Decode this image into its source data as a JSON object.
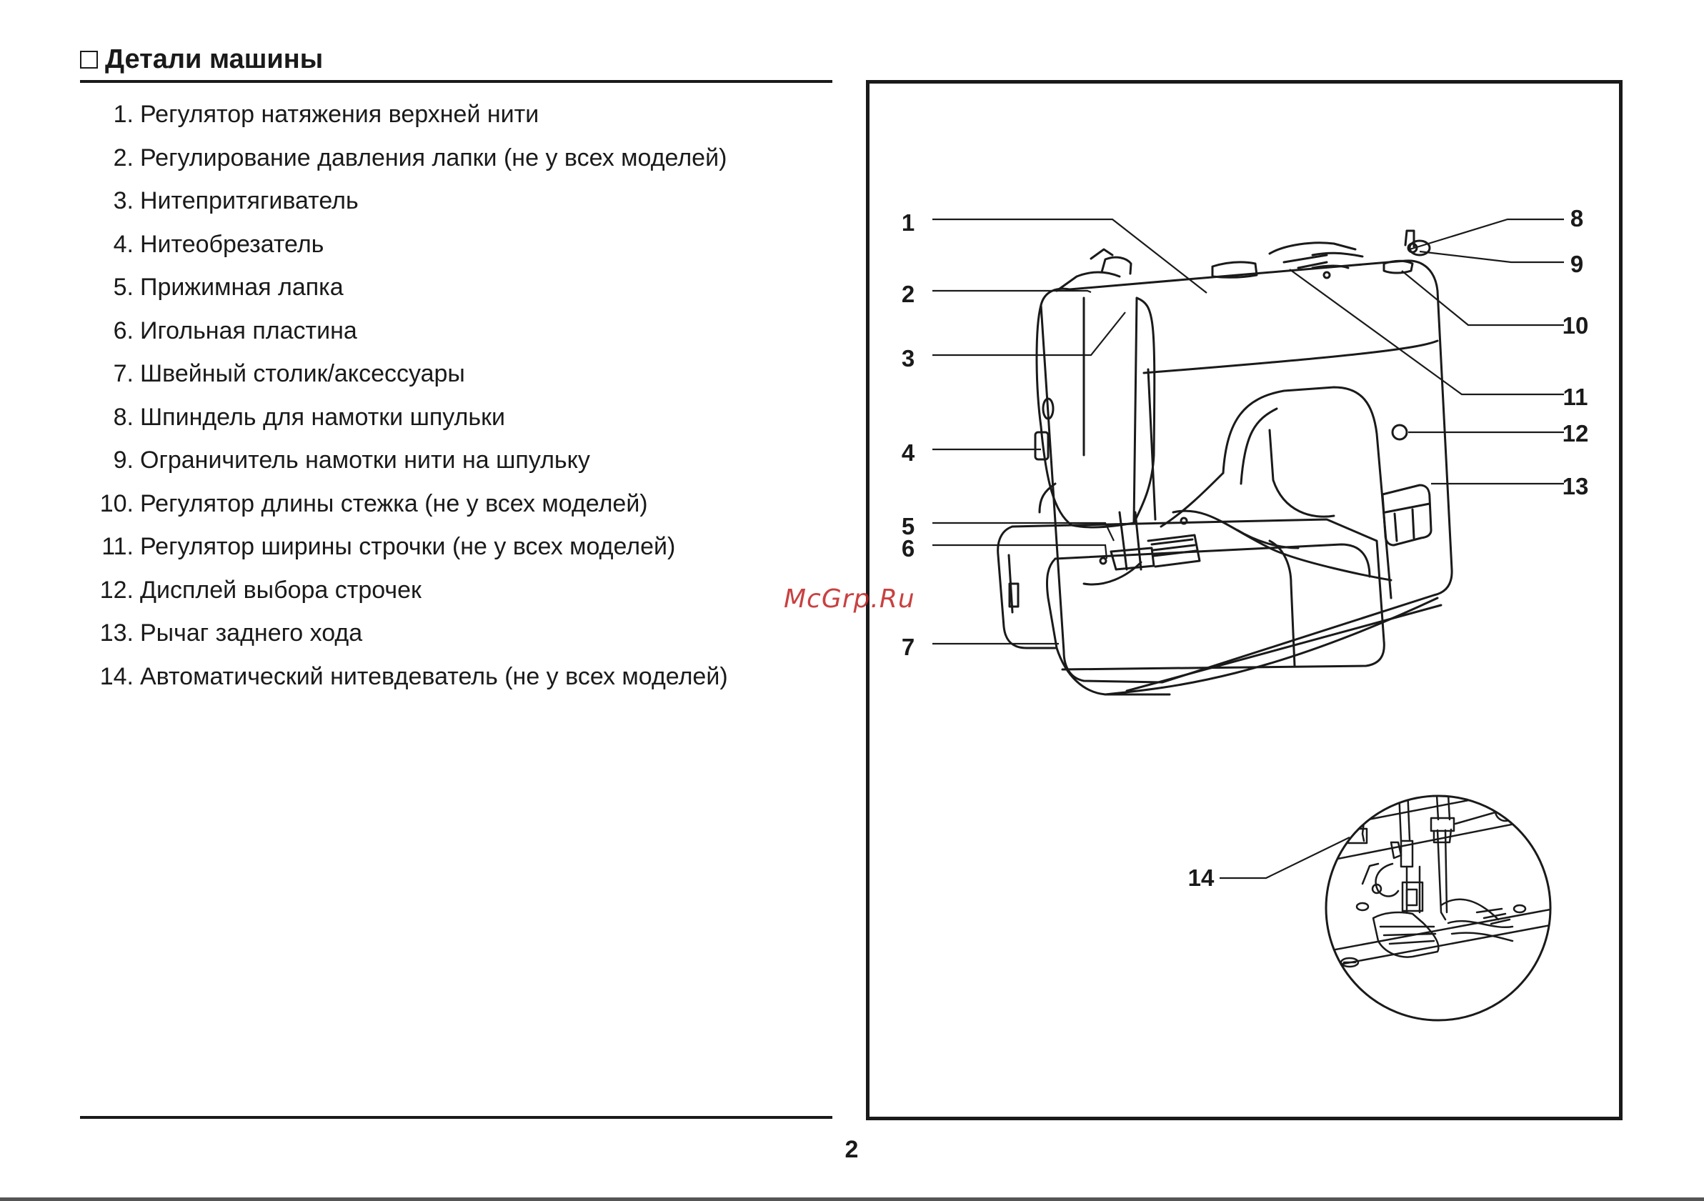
{
  "section": {
    "title": "Детали машины"
  },
  "parts": [
    {
      "num": "1.",
      "label": "Регулятор натяжения верхней нити"
    },
    {
      "num": "2.",
      "label": "Регулирование давления лапки (не у всех моделей)"
    },
    {
      "num": "3.",
      "label": "Нитепритягиватель"
    },
    {
      "num": "4.",
      "label": "Нитеобрезатель"
    },
    {
      "num": "5.",
      "label": "Прижимная лапка"
    },
    {
      "num": "6.",
      "label": "Игольная пластина"
    },
    {
      "num": "7.",
      "label": "Швейный столик/аксессуары"
    },
    {
      "num": "8.",
      "label": "Шпиндель для намотки шпульки"
    },
    {
      "num": "9.",
      "label": "Ограничитель намотки нити на шпульку"
    },
    {
      "num": "10.",
      "label": "Регулятор длины стежка (не у всех моделей)"
    },
    {
      "num": "11.",
      "label": "Регулятор ширины строчки (не у всех моделей)"
    },
    {
      "num": "12.",
      "label": "Дисплей выбора строчек"
    },
    {
      "num": "13.",
      "label": "Рычаг заднего хода"
    },
    {
      "num": "14.",
      "label": "Автоматический нитевдеватель (не у всех моделей)"
    }
  ],
  "figure": {
    "callouts": [
      "1",
      "2",
      "3",
      "4",
      "5",
      "6",
      "7",
      "8",
      "9",
      "10",
      "11",
      "12",
      "13",
      "14"
    ]
  },
  "watermark": "McGrp.Ru",
  "page_number": "2"
}
